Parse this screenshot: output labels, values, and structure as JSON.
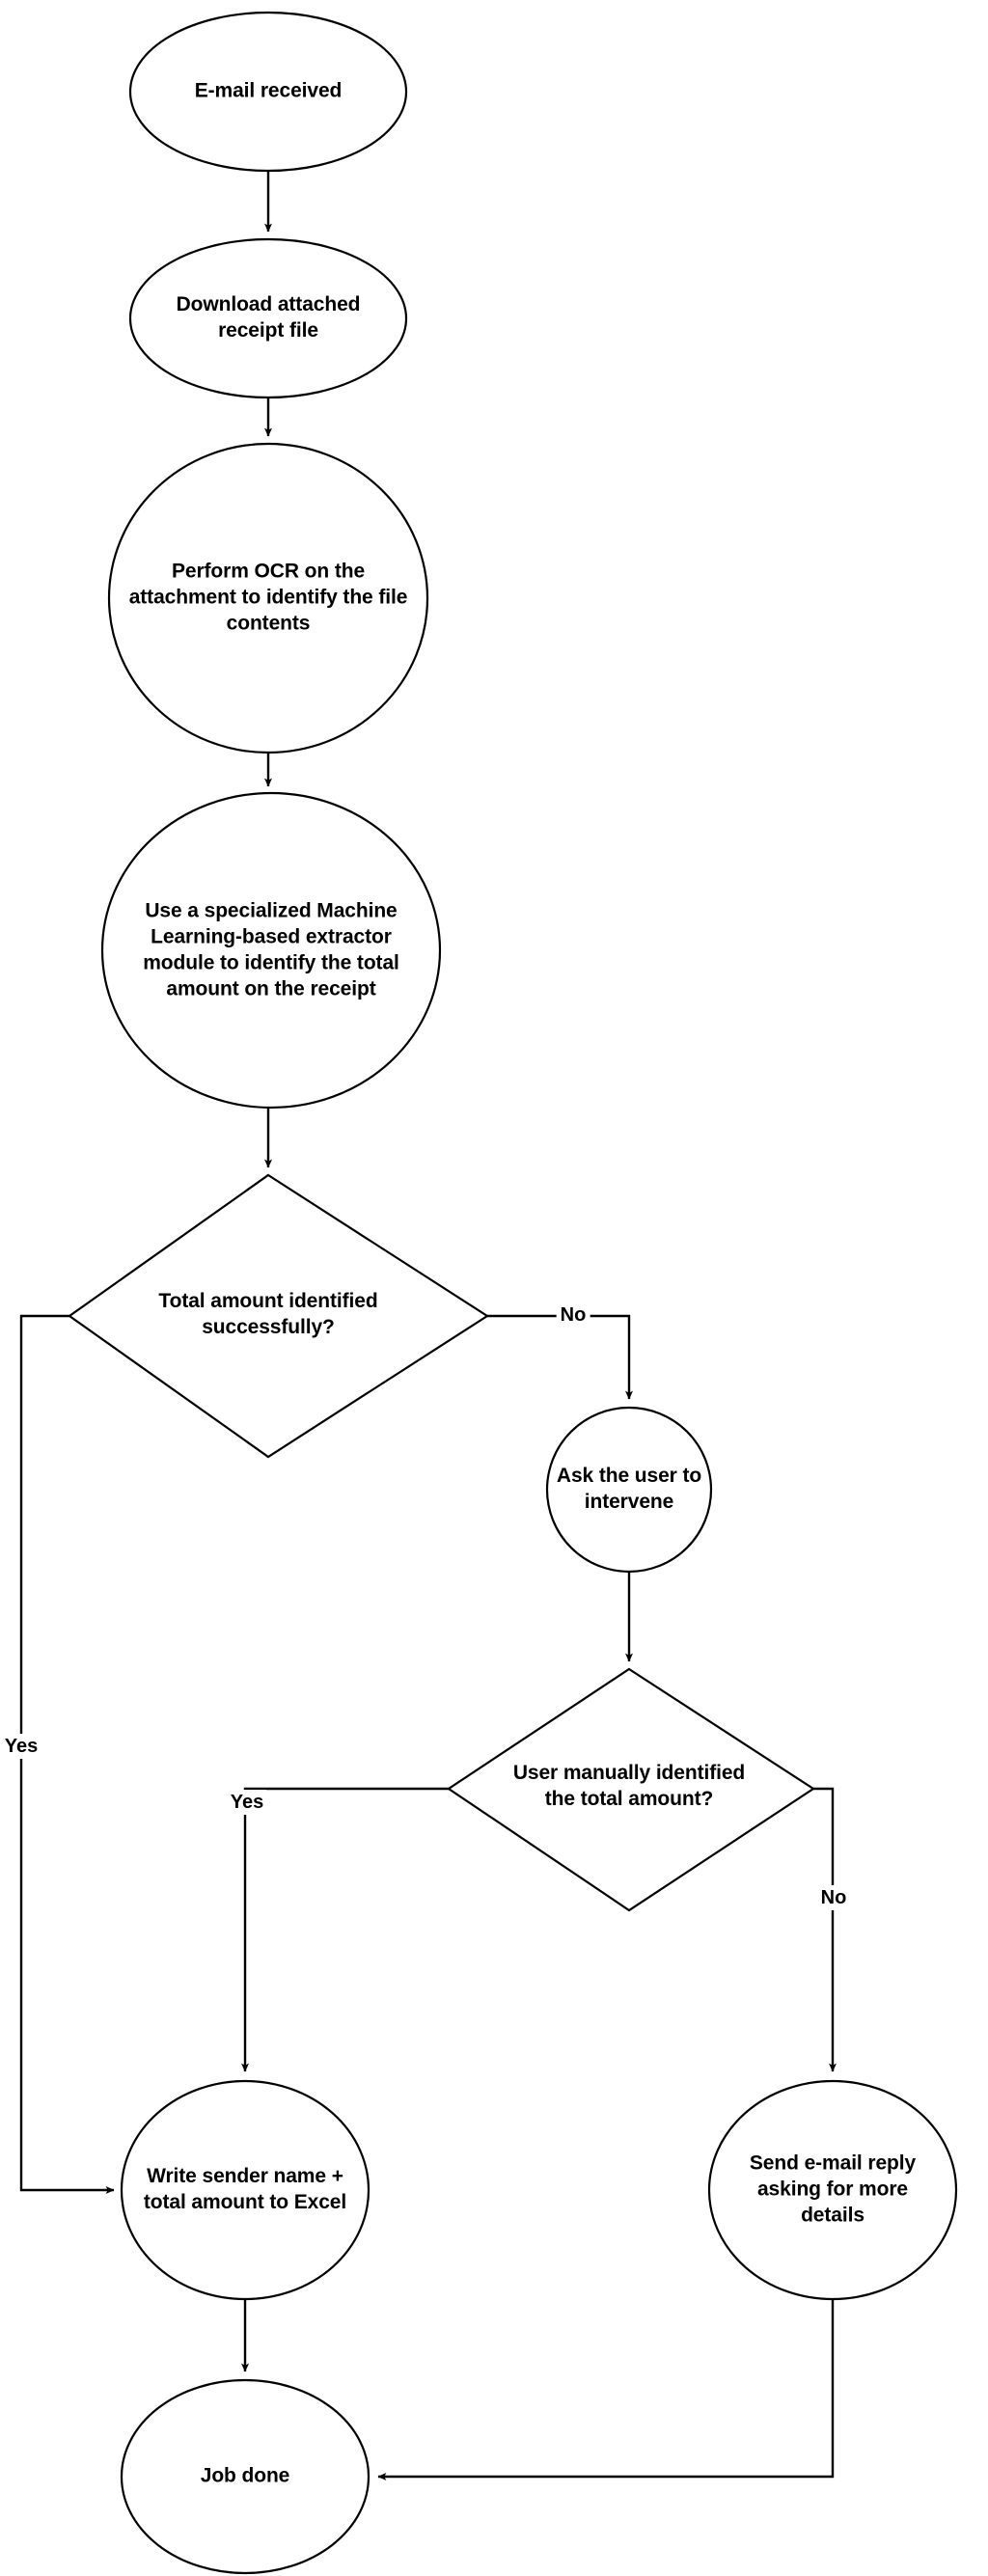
{
  "diagram": {
    "type": "flowchart",
    "orientation": "top-to-bottom",
    "background_color": "#ffffff",
    "stroke_color": "#000000",
    "text_color": "#000000",
    "nodes": [
      {
        "id": "email-received",
        "shape": "ellipse",
        "label": "E-mail received"
      },
      {
        "id": "download-receipt",
        "shape": "ellipse",
        "label": "Download attached\nreceipt file"
      },
      {
        "id": "perform-ocr",
        "shape": "ellipse",
        "label": "Perform OCR on the\nattachment to identify the file\ncontents"
      },
      {
        "id": "ml-extractor",
        "shape": "ellipse",
        "label": "Use a specialized Machine\nLearning-based extractor\nmodule to identify the total\namount on the receipt"
      },
      {
        "id": "total-identified-decision",
        "shape": "diamond",
        "label": "Total amount identified\nsuccessfully?"
      },
      {
        "id": "ask-user-intervene",
        "shape": "ellipse",
        "label": "Ask the user to\nintervene"
      },
      {
        "id": "user-manual-decision",
        "shape": "diamond",
        "label": "User manually identified\nthe total amount?"
      },
      {
        "id": "write-to-excel",
        "shape": "ellipse",
        "label": "Write sender name +\ntotal amount to Excel"
      },
      {
        "id": "send-reply",
        "shape": "ellipse",
        "label": "Send e-mail reply\nasking for more\ndetails"
      },
      {
        "id": "job-done",
        "shape": "ellipse",
        "label": "Job done"
      }
    ],
    "edges": [
      {
        "id": "e1",
        "from": "email-received",
        "to": "download-receipt",
        "label": ""
      },
      {
        "id": "e2",
        "from": "download-receipt",
        "to": "perform-ocr",
        "label": ""
      },
      {
        "id": "e3",
        "from": "perform-ocr",
        "to": "ml-extractor",
        "label": ""
      },
      {
        "id": "e4",
        "from": "ml-extractor",
        "to": "total-identified-decision",
        "label": ""
      },
      {
        "id": "e5",
        "from": "total-identified-decision",
        "to": "ask-user-intervene",
        "label": "No"
      },
      {
        "id": "e6",
        "from": "total-identified-decision",
        "to": "write-to-excel",
        "label": "Yes"
      },
      {
        "id": "e7",
        "from": "ask-user-intervene",
        "to": "user-manual-decision",
        "label": ""
      },
      {
        "id": "e8",
        "from": "user-manual-decision",
        "to": "write-to-excel",
        "label": "Yes"
      },
      {
        "id": "e9",
        "from": "user-manual-decision",
        "to": "send-reply",
        "label": "No"
      },
      {
        "id": "e10",
        "from": "write-to-excel",
        "to": "job-done",
        "label": ""
      },
      {
        "id": "e11",
        "from": "send-reply",
        "to": "job-done",
        "label": ""
      }
    ]
  }
}
